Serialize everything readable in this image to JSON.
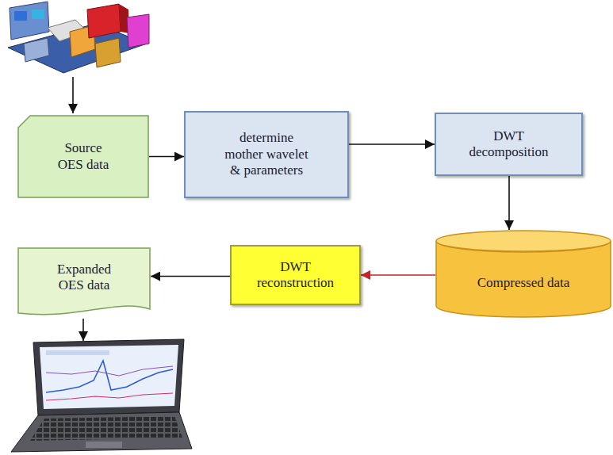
{
  "diagram": {
    "nodes": [
      {
        "text": [
          "Source OES data"
        ]
      },
      {
        "text": [
          "determine mother wavelet & parameters"
        ]
      },
      {
        "text": [
          "DWT decomposition"
        ]
      },
      {
        "text": [
          "Compressed data"
        ]
      },
      {
        "text": [
          "DWT reconstruction"
        ]
      },
      {
        "text": [
          "Expanded OES data"
        ]
      }
    ],
    "edges": [
      {
        "from": 0,
        "to": 1,
        "arrow": "to"
      },
      {
        "from": 1,
        "to": 2,
        "arrow": "to"
      },
      {
        "from": 2,
        "to": 3,
        "arrow": "to"
      },
      {
        "from": 3,
        "to": 4,
        "arrow": "to"
      },
      {
        "from": 4,
        "to": 5,
        "arrow": "to"
      }
    ]
  }
}
